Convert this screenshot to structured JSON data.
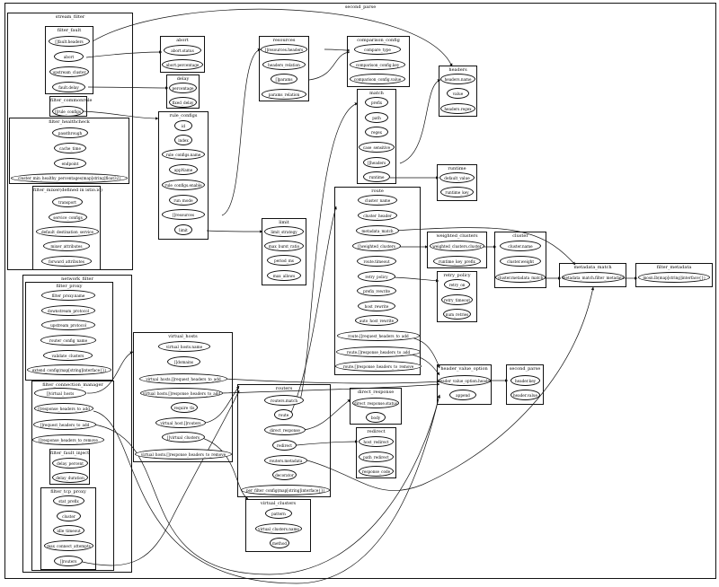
{
  "title": "second_parse",
  "clusters": {
    "second_parse": "second_parse",
    "stream_filter": "stream_filter",
    "filter_fault": "filter_fault",
    "filter_commonrule": "filter_commonrule",
    "filter_healthcheck": "filter_healthcheck",
    "filter_mixer": "filter_mixer(defined in istio.io)",
    "network_filter": "network_filter",
    "filter_proxy": "filter_proxy",
    "filter_connection_manager": "filter_connection_manager",
    "filter_fault_inject": "filter_fault_inject",
    "filter_tcp_proxy": "filter_tcp_proxy",
    "abort": "abort",
    "delay": "delay",
    "rule_configs": "rule_configs",
    "limit": "limit",
    "resources": "resources",
    "comparison_config": "comparison_config",
    "headers": "headers",
    "match": "match",
    "runtime": "runtime",
    "route": "route",
    "weighted_clusters": "weighted_clusters",
    "cluster": "cluster",
    "metadata_match": "metadata_match",
    "filter_metadata": "filter_metadata",
    "retry_policy": "retry_policy",
    "header_value_option": "header_value_option",
    "second_parse_small": "second_parse",
    "virtual_hosts": "virtual_hosts",
    "routers": "routers",
    "direct_response": "direct_response",
    "redirect": "redirect",
    "virtual_clusters": "virtual_clusters"
  },
  "nodes": {
    "ff_headers": "[]fault.headers",
    "ff_abort": "abort",
    "ff_upstream": "upstream_cluster",
    "ff_delay": "fault.delay",
    "fc_rule": "[]rule_configs",
    "hc_pass": "passthrough",
    "hc_cache": "cache_time",
    "hc_endpoint": "endpoint",
    "hc_cluster": "cluster_min_healthy_percentages(map[string]float32)",
    "mx_transport": "transport",
    "mx_service": "service_configs",
    "mx_default": "default_destination_service",
    "mx_mixer": "mixer_attributes",
    "mx_forward": "forward_attributes",
    "fp_name": "filter_proxy.name",
    "fp_down": "downstream_protocol",
    "fp_up": "upstream_protocol",
    "fp_router": "router_config_name",
    "fp_validate": "validate_clusters",
    "fp_extend": "extend_config(map[string]interface{})",
    "cm_vh": "[]virtual_hosts",
    "cm_resp_add": "[]response_headers_to_add",
    "cm_req_add": "[]request_headers_to_add",
    "cm_resp_rm": "[]response_headers_to_remove",
    "fi_delay_pct": "delay_percent",
    "fi_delay_dur": "delay_duration",
    "tp_stat": "stat_prefix",
    "tp_cluster": "cluster",
    "tp_idle": "idle_timeout",
    "tp_max": "max_connect_attempts",
    "tp_routers": "[]routers",
    "ab_status": "abort.status",
    "ab_pct": "abort.percentage",
    "dl_pct": "percentage",
    "dl_fixed": "fixed_delay",
    "rc_id": "id",
    "rc_index": "index",
    "rc_name": "rule_configs.name",
    "rc_app": "appName",
    "rc_enable": "rule_configs.enable",
    "rc_run": "run_mode",
    "rc_res": "[]resources",
    "rc_limit": "limit",
    "lm_strategy": "limit_strategy",
    "lm_burst": "max_burst_ratio",
    "lm_period": "period_ms",
    "lm_max": "max_allows",
    "rs_headers": "[]resources.headers",
    "rs_rel": "headers_relation",
    "rs_params": "[]params",
    "rs_prel": "params_relation",
    "cc_type": "compare_type",
    "cc_key": "comparison_config.key",
    "cc_value": "comparison_config.value",
    "hd_name": "headers.name",
    "hd_value": "value",
    "hd_regex": "headers.regex",
    "mt_prefix": "prefix",
    "mt_path": "path",
    "mt_regex": "regex",
    "mt_case": "case_sensitive",
    "mt_headers": "[]headers",
    "mt_runtime": "runtime",
    "rt_default": "default_value",
    "rt_key": "runtime_key",
    "ro_cluster_name": "cluster_name",
    "ro_cluster_header": "cluster_header",
    "ro_metadata": "metadata_match",
    "ro_weighted": "[]weighted_clusters",
    "ro_timeout": "route.timeout",
    "ro_retry": "retry_policy",
    "ro_prefix": "prefix_rewrite",
    "ro_host": "host_rewrite",
    "ro_auto": "auto_host_rewrite",
    "ro_req_add": "route.[]request_headers_to_add",
    "ro_resp_add": "route.[]response_headers_to_add",
    "ro_resp_rm": "route.[]response_headers_to_remove",
    "wc_cluster": "weighted_clusters.cluster",
    "wc_runtime": "runtime_key_prefix",
    "cl_name": "cluster.name",
    "cl_weight": "cluster.weight",
    "cl_meta": "cluster.metadata_match",
    "mm_fm": "metadata_match.filter_metadata",
    "fm_mosn": "mosn.lb(map[string]interface{})",
    "rp_on": "retry_on",
    "rp_timeout": "retry_timeout",
    "rp_num": "num_retries",
    "hv_header": "header_value_option.header",
    "hv_append": "append",
    "sp_key": "header.key",
    "sp_value": "header.value",
    "vh_name": "virtual_hosts.name",
    "vh_domains": "[]domains",
    "vh_req_add": "virtual_hosts.[]request_headers_to_add",
    "vh_resp_add": "virtual_hosts.[]response_headers_to_add",
    "vh_tls": "require_tls",
    "vh_routers": "virtual_host.[]routers",
    "vh_vc": "[]virtual_clusters",
    "vh_resp_rm": "virtual_hosts.[]response_headers_to_remove",
    "rr_match": "routers.match",
    "rr_route": "route",
    "rr_direct": "direct_response",
    "rr_redirect": "redirect",
    "rr_metadata": "routers.metadata",
    "rr_decorator": "decorator",
    "rr_per_filter": "per_filter_config(map[string]interface{})",
    "dr_status": "direct_response.status",
    "dr_body": "body",
    "rd_host": "host_redirect",
    "rd_path": "path_redirect",
    "rd_code": "response_code",
    "vc_pattern": "pattern",
    "vc_name": "virtual_clusters.name",
    "vc_method": "method"
  }
}
